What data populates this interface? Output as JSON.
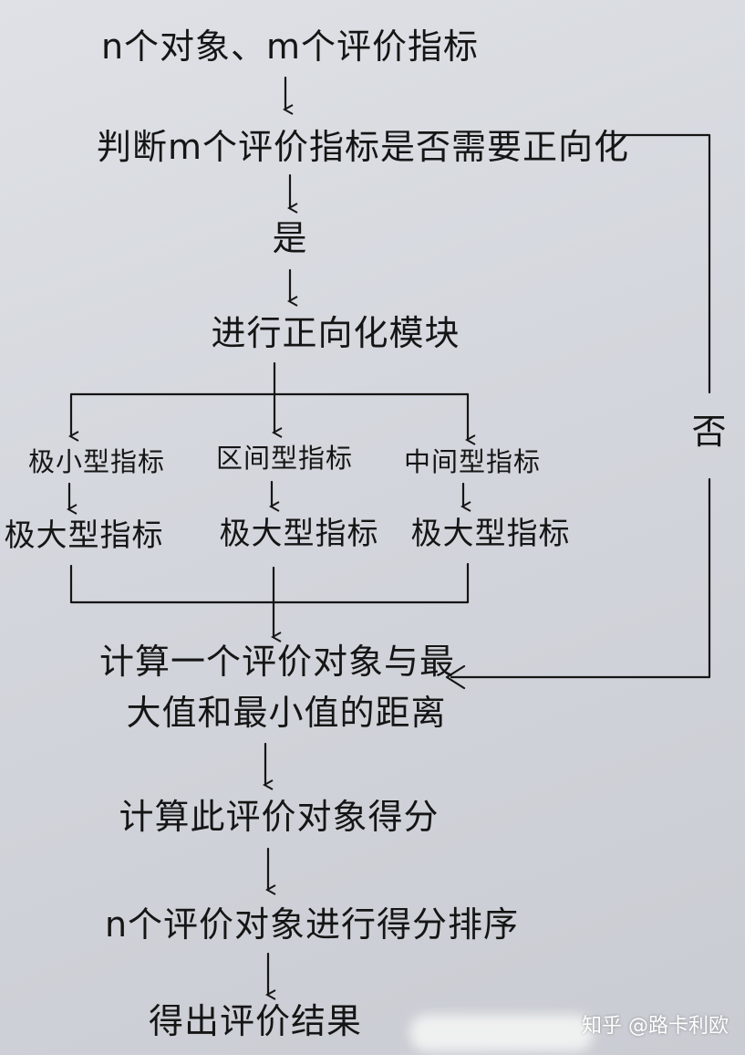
{
  "steps": {
    "start": "n个对象、m个评价指标",
    "judge": "判断m个评价指标是否需要正向化",
    "yes": "是",
    "no": "否",
    "module": "进行正向化模块",
    "branches": [
      {
        "from": "极小型指标",
        "to": "极大型指标"
      },
      {
        "from": "区间型指标",
        "to": "极大型指标"
      },
      {
        "from": "中间型指标",
        "to": "极大型指标"
      }
    ],
    "distance_line1": "计算一个评价对象与最",
    "distance_line2": "大值和最小值的距离",
    "score": "计算此评价对象得分",
    "rank": "n个评价对象进行得分排序",
    "result": "得出评价结果"
  },
  "watermark": "知乎 @路卡利欧",
  "colors": {
    "ink": "#151515",
    "paper": "#d6d9de"
  }
}
